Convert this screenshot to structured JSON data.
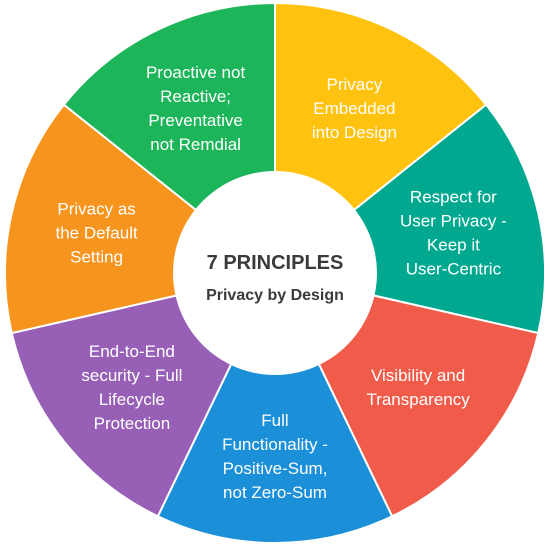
{
  "center": {
    "title": "7 PRINCIPLES",
    "subtitle": "Privacy by Design"
  },
  "segments": [
    {
      "lines": [
        "Privacy",
        "Embedded",
        "into Design"
      ],
      "color": "#FFC20E"
    },
    {
      "lines": [
        "Respect for",
        "User Privacy -",
        "Keep it",
        "User-Centric"
      ],
      "color": "#00A88F"
    },
    {
      "lines": [
        "Visibility and",
        "Transparency"
      ],
      "color": "#F15B4A"
    },
    {
      "lines": [
        "Full",
        "Functionality -",
        "Positive-Sum,",
        "not Zero-Sum"
      ],
      "color": "#1B8FD8"
    },
    {
      "lines": [
        "End-to-End",
        "security - Full",
        "Lifecycle",
        "Protection"
      ],
      "color": "#9760B6"
    },
    {
      "lines": [
        "Privacy as",
        "the Default",
        "Setting"
      ],
      "color": "#F7941D"
    },
    {
      "lines": [
        "Proactive not",
        "Reactive;",
        "Preventative",
        "not Remdial"
      ],
      "color": "#1DB559"
    }
  ]
}
